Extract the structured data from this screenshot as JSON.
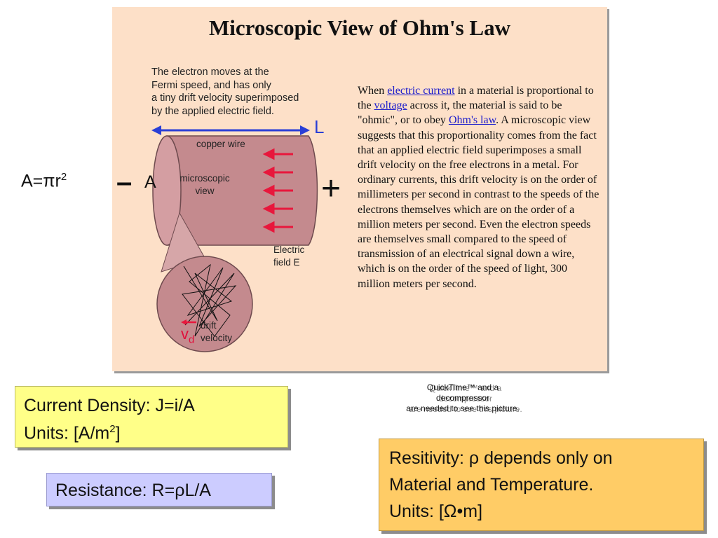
{
  "panel": {
    "title": "Microscopic View of Ohm's Law",
    "caption": [
      "The electron moves at the",
      "Fermi speed, and has only",
      "a tiny drift velocity superimposed",
      "by the applied electric field."
    ],
    "body": {
      "t1": "When ",
      "link1": "electric current",
      "t2": " in a material is proportional to the ",
      "link2": "voltage",
      "t3": " across it, the material is said to be \"ohmic\", or to obey ",
      "link3": "Ohm's law",
      "t4": ". A microscopic view suggests that this proportionality comes from the fact that an applied electric field superimposes a small drift velocity on the free electrons in a metal. For ordinary currents, this drift velocity is on the order of millimeters per second in contrast to the speeds of the electrons themselves which are on the order of a million meters per second. Even the electron speeds are themselves small compared to the speed of transmission of an electrical signal down a wire, which is on the order of the speed of light, 300 million meters per second."
    },
    "diagram": {
      "copper_wire": "copper wire",
      "microscopic": "microscopic",
      "view": "view",
      "electric": "Electric",
      "field": "field  E",
      "drift": "drift",
      "velocity": "velocity",
      "vd_v": "v",
      "vd_d": "d",
      "L": "L",
      "A": "A",
      "minus": "–",
      "plus": "+",
      "colors": {
        "wire": "#c48a8e",
        "wire_edge": "#6e4a4e",
        "arrow_red": "#e8173c",
        "arrow_blue": "#2a3fd6"
      }
    }
  },
  "area_formula": {
    "lhs": "A=",
    "pi": "π",
    "r": "r",
    "exp": "2"
  },
  "quicktime": {
    "line1": "QuickTime™ and a",
    "line2": "decompressor",
    "line3": "are needed to see this picture."
  },
  "box_current": {
    "line1": "Current Density: J=i/A",
    "units_pre": "Units: [A/m",
    "units_exp": "2",
    "units_post": "]"
  },
  "box_resistance": {
    "label": "Resistance: R=",
    "rho": "ρ",
    "rest": "L/A"
  },
  "box_resistivity": {
    "pre": "Resitivity: ",
    "rho": "ρ",
    "post": " depends only on",
    "line2": "Material and Temperature.",
    "units_pre": "Units: [",
    "omega": "Ω",
    "units_post": "•m]"
  },
  "colors": {
    "panel_bg": "#fde0c8",
    "yellow": "#ffff88",
    "lavender": "#ccccff",
    "orange": "#ffcc66",
    "link": "#1a1acc"
  }
}
